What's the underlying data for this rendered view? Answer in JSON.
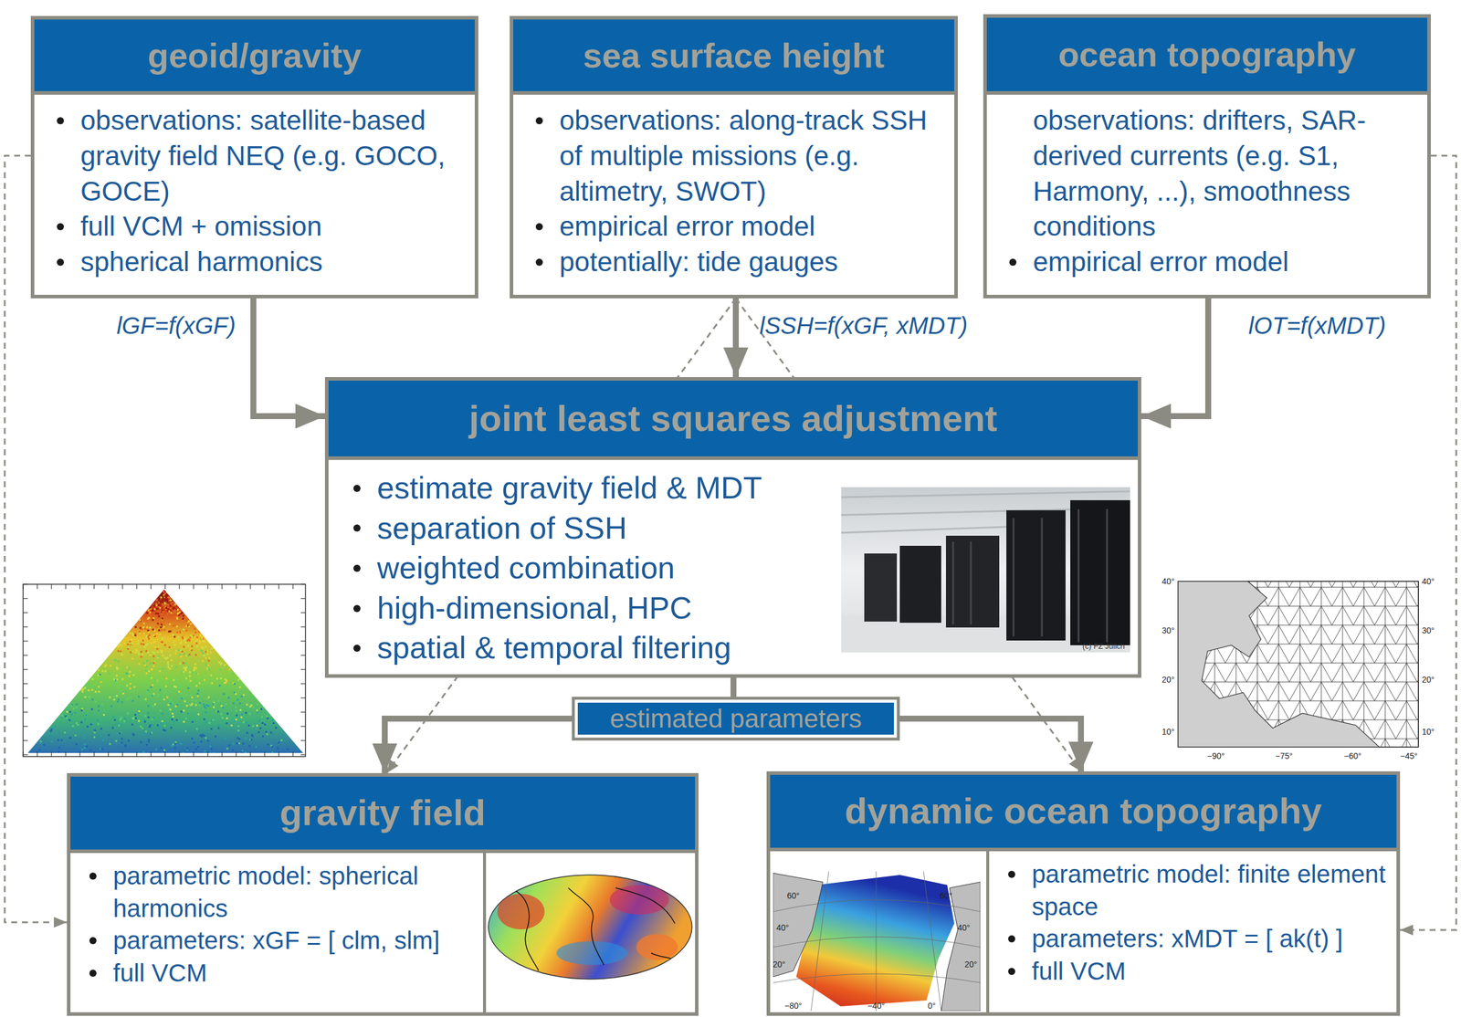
{
  "diagram": {
    "nodes": [
      {
        "text": [
          "geoid/gravity",
          "observations: satellite-based gravity field NEQ (e.g. GOCO, GOCE)",
          "full VCM + omission",
          "spherical harmonics"
        ]
      },
      {
        "text": [
          "sea surface height",
          "observations: along-track SSH of multiple missions (e.g. altimetry, SWOT)",
          "empirical error model",
          "potentially: tide gauges"
        ]
      },
      {
        "text": [
          "ocean topography",
          "observations: drifters, SAR-derived currents (e.g. S1, Harmony, ...), smoothness conditions",
          "empirical error model"
        ]
      },
      {
        "text": [
          "joint least squares adjustment",
          "estimate gravity field & MDT",
          "separation of SSH",
          "weighted combination",
          "high-dimensional, HPC",
          "spatial & temporal filtering"
        ]
      },
      {
        "text": [
          "estimated parameters"
        ]
      },
      {
        "text": [
          "gravity field",
          "parametric model: spherical harmonics",
          "parameters: xGF = [ clm, slm]",
          "full VCM"
        ]
      },
      {
        "text": [
          "dynamic ocean topography",
          "parametric model: finite element space",
          "parameters: xMDT = [ ak(t) ]",
          "full VCM"
        ]
      }
    ],
    "edges": [
      {
        "from": 0,
        "to": 3,
        "arrow": "to",
        "label": "lGF=f(xGF)"
      },
      {
        "from": 1,
        "to": 3,
        "arrow": "to",
        "label": "lSSH=f(xGF, xMDT)"
      },
      {
        "from": 2,
        "to": 3,
        "arrow": "to",
        "label": "lOT=f(xMDT)"
      },
      {
        "from": 3,
        "to": 4,
        "arrow": "none"
      },
      {
        "from": 4,
        "to": 5,
        "arrow": "to"
      },
      {
        "from": 4,
        "to": 6,
        "arrow": "to"
      },
      {
        "from": 0,
        "to": 5,
        "arrow": "to"
      },
      {
        "from": 1,
        "to": 5,
        "arrow": "to"
      },
      {
        "from": 1,
        "to": 6,
        "arrow": "to"
      },
      {
        "from": 2,
        "to": 6,
        "arrow": "to"
      }
    ],
    "labels": [
      "(c) FZ Jülich",
      "40°",
      "30°",
      "20°",
      "10°",
      "40°",
      "30°",
      "20°",
      "10°",
      "−90°",
      "−75°",
      "−60°",
      "−45°",
      "60°",
      "40°",
      "20°",
      "60°",
      "40°",
      "20°",
      "−80°",
      "−40°",
      "0°"
    ]
  }
}
